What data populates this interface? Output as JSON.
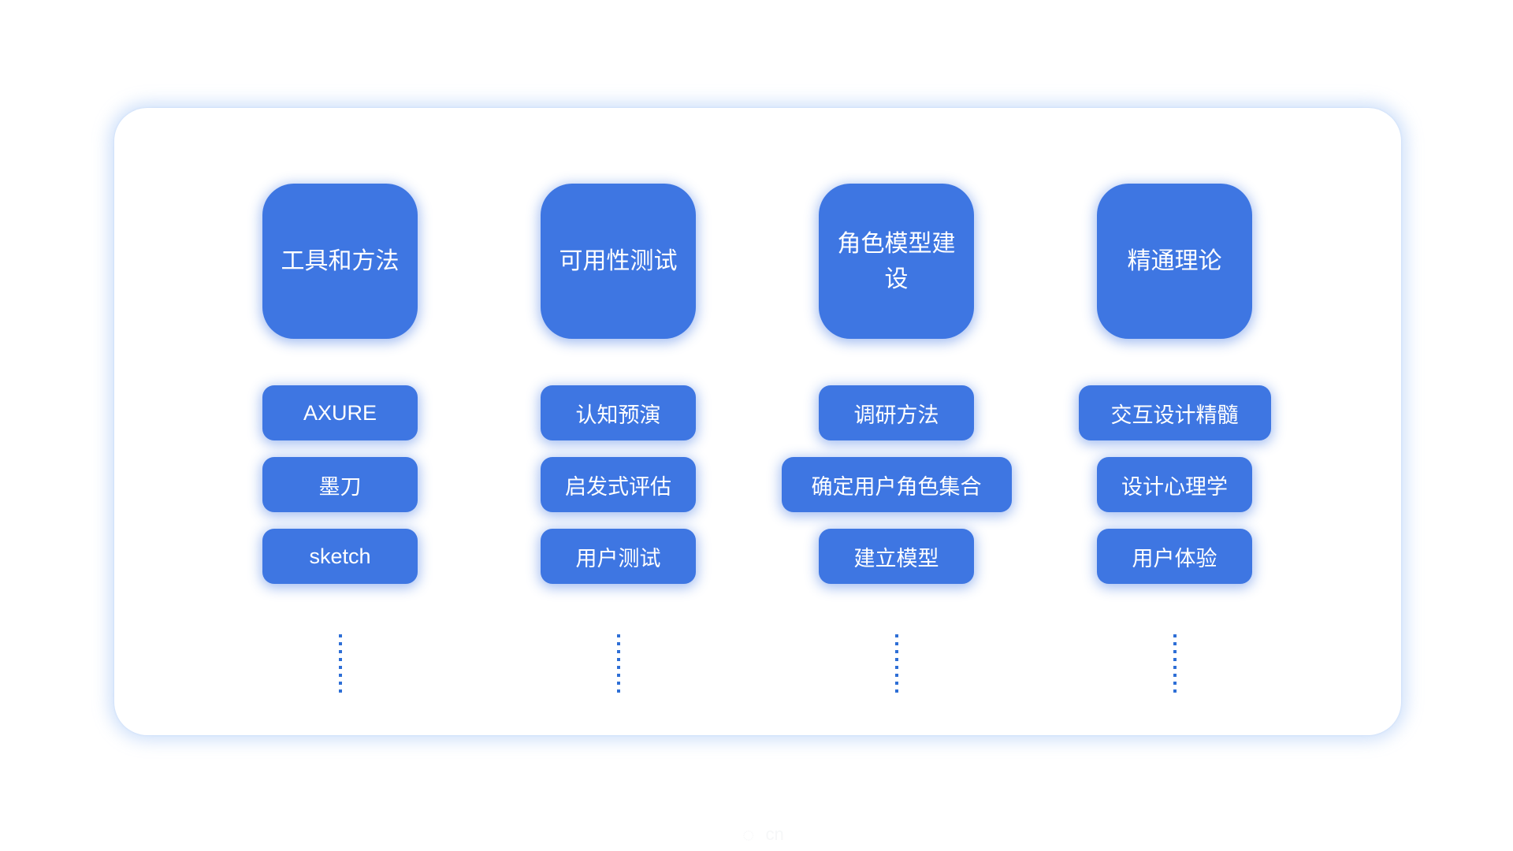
{
  "diagram": {
    "style": {
      "node_color": "#3E76E2",
      "node_text_color": "#FFFFFF",
      "dot_line_color": "#2E6FD6",
      "card_background": "#FFFFFF",
      "card_glow_color": "#82AFF2"
    },
    "columns": [
      {
        "title": "工具和方法",
        "items": [
          "AXURE",
          "墨刀",
          "sketch"
        ]
      },
      {
        "title": "可用性测试",
        "items": [
          "认知预演",
          "启发式评估",
          "用户测试"
        ]
      },
      {
        "title": "角色模型建设",
        "items": [
          "调研方法",
          "确定用户角色集合",
          "建立模型"
        ]
      },
      {
        "title": "精通理论",
        "items": [
          "交互设计精髓",
          "设计心理学",
          "用户体验"
        ]
      }
    ]
  },
  "watermark": {
    "logo_glyph": "◌",
    "text": "cn"
  }
}
